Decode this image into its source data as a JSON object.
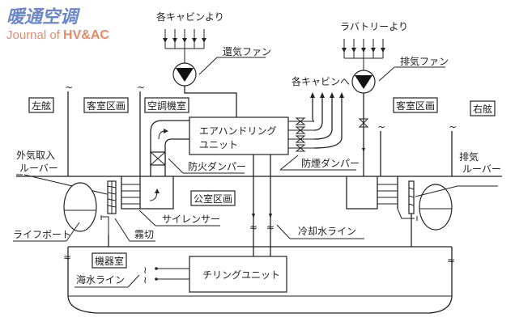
{
  "logo": {
    "title_cn": "暖通空调",
    "subtitle_prefix": "Journal of ",
    "subtitle_bold": "HV&AC",
    "colors": {
      "title": "#6b86c9",
      "subtitle": "#e58a6b"
    }
  },
  "labels": {
    "from_each_cabin": "各キャビンより",
    "return_fan": "還気ファン",
    "from_lavatory": "ラバトリーより",
    "exhaust_fan": "排気ファン",
    "to_each_cabin": "各キャビンへ",
    "port_side": "左舷",
    "cabin_section_left": "客室区画",
    "ac_machine_room": "空調機室",
    "ahu_line1": "エアハンドリング",
    "ahu_line2": "ユニット",
    "cabin_section_right": "客室区画",
    "starboard_side": "右舷",
    "intake_louver_line1": "外気取入",
    "intake_louver_line2": "ルーバー",
    "fire_damper": "防火ダンパー",
    "smoke_damper": "防煙ダンパー",
    "exhaust_louver_line1": "排気",
    "exhaust_louver_line2": "ルーバー",
    "public_section": "公室区画",
    "silencer": "サイレンサー",
    "lifeboat": "ライフボート",
    "mist_separator": "霧切",
    "cooling_water_line": "冷却水ライン",
    "machinery_room": "機器室",
    "seawater_line": "海水ライン",
    "chilling_unit": "チリングユニット"
  }
}
